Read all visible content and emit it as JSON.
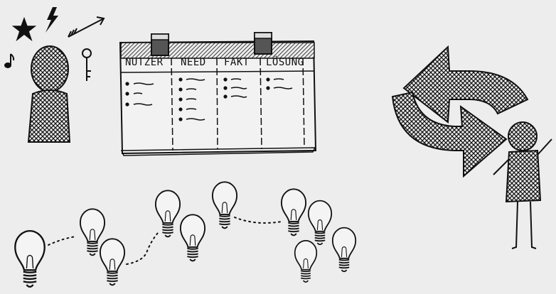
{
  "board": {
    "columns": [
      {
        "label": "NUTZER"
      },
      {
        "label": "NEED"
      },
      {
        "label": "FAKT"
      },
      {
        "label": "LÖSUNG"
      }
    ]
  }
}
